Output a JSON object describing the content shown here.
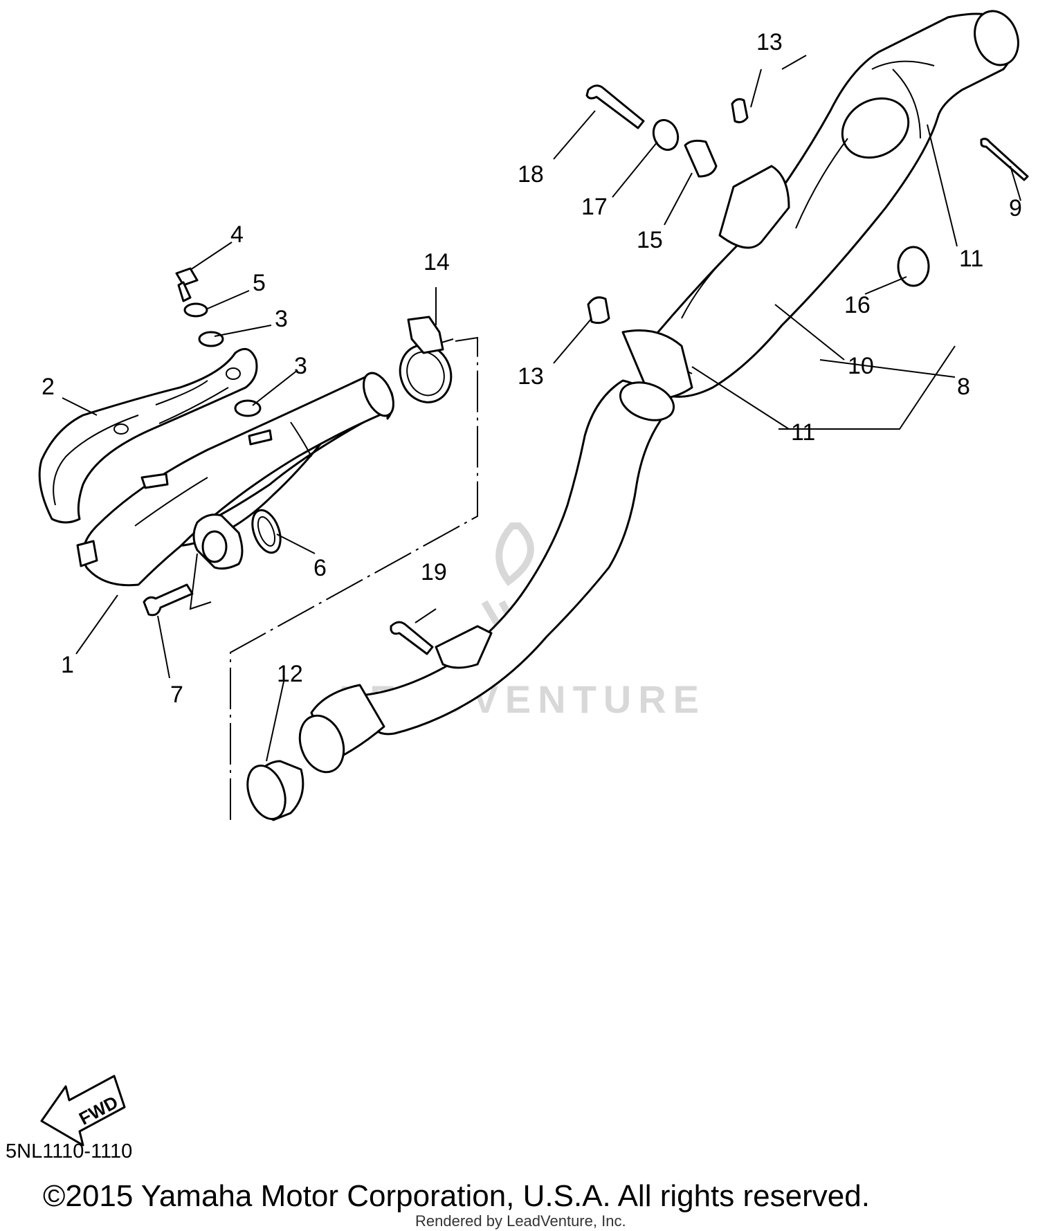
{
  "diagram": {
    "callouts": {
      "c1": "1",
      "c2": "2",
      "c3a": "3",
      "c3b": "3",
      "c4": "4",
      "c5": "5",
      "c6": "6",
      "c7": "7",
      "c8": "8",
      "c9": "9",
      "c10": "10",
      "c11a": "11",
      "c11b": "11",
      "c12": "12",
      "c13a": "13",
      "c13b": "13",
      "c14": "14",
      "c15": "15",
      "c16": "16",
      "c17": "17",
      "c18": "18",
      "c19": "19"
    },
    "fwd_label": "FWD",
    "watermark": "LEADVENTURE"
  },
  "footer": {
    "part_code": "5NL1110-1110",
    "copyright": "©2015 Yamaha Motor Corporation, U.S.A. All rights reserved.",
    "rendered_by": "Rendered by LeadVenture, Inc."
  }
}
